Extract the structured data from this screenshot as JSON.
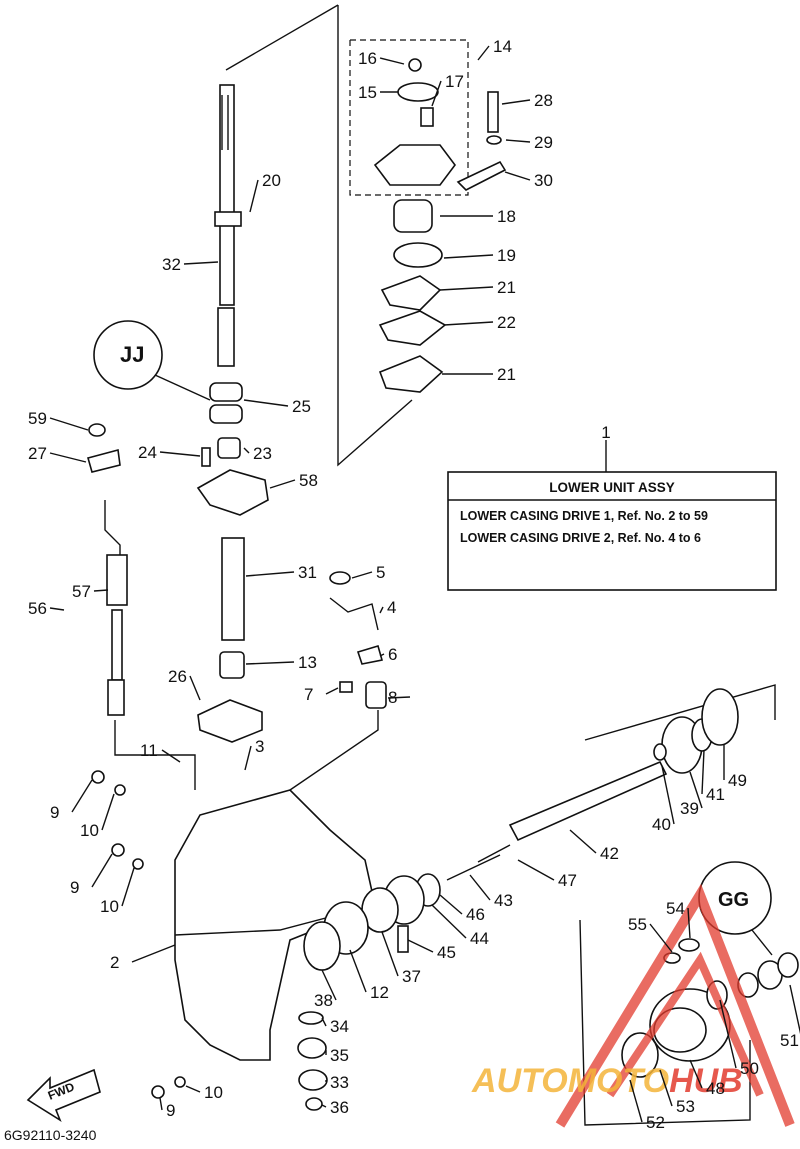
{
  "assembly": {
    "ref": "1",
    "title": "LOWER UNIT ASSY",
    "line1": "LOWER CASING DRIVE 1, Ref. No. 2 to 59",
    "line2": "LOWER CASING DRIVE 2, Ref. No. 4 to 6"
  },
  "drawing_code": "6G92110-3240",
  "fwd_label": "FWD",
  "callout_jj": "JJ",
  "callout_gg": "GG",
  "watermark": "AUTOMOTOHUB",
  "watermark_parts": [
    "AUTOMOTO",
    "HUB"
  ],
  "accent_color": "#e23b2e",
  "watermark_color": "#f4b43a",
  "labels": [
    "14",
    "16",
    "15",
    "17",
    "28",
    "29",
    "30",
    "18",
    "19",
    "21",
    "22",
    "21",
    "20",
    "32",
    "25",
    "59",
    "27",
    "24",
    "23",
    "58",
    "31",
    "5",
    "4",
    "57",
    "56",
    "6",
    "13",
    "26",
    "7",
    "8",
    "3",
    "11",
    "9",
    "10",
    "9",
    "10",
    "2",
    "38",
    "12",
    "37",
    "45",
    "44",
    "46",
    "43",
    "47",
    "42",
    "40",
    "39",
    "41",
    "49",
    "54",
    "55",
    "51",
    "34",
    "35",
    "33",
    "36",
    "9",
    "10",
    "50",
    "52",
    "53",
    "48"
  ]
}
